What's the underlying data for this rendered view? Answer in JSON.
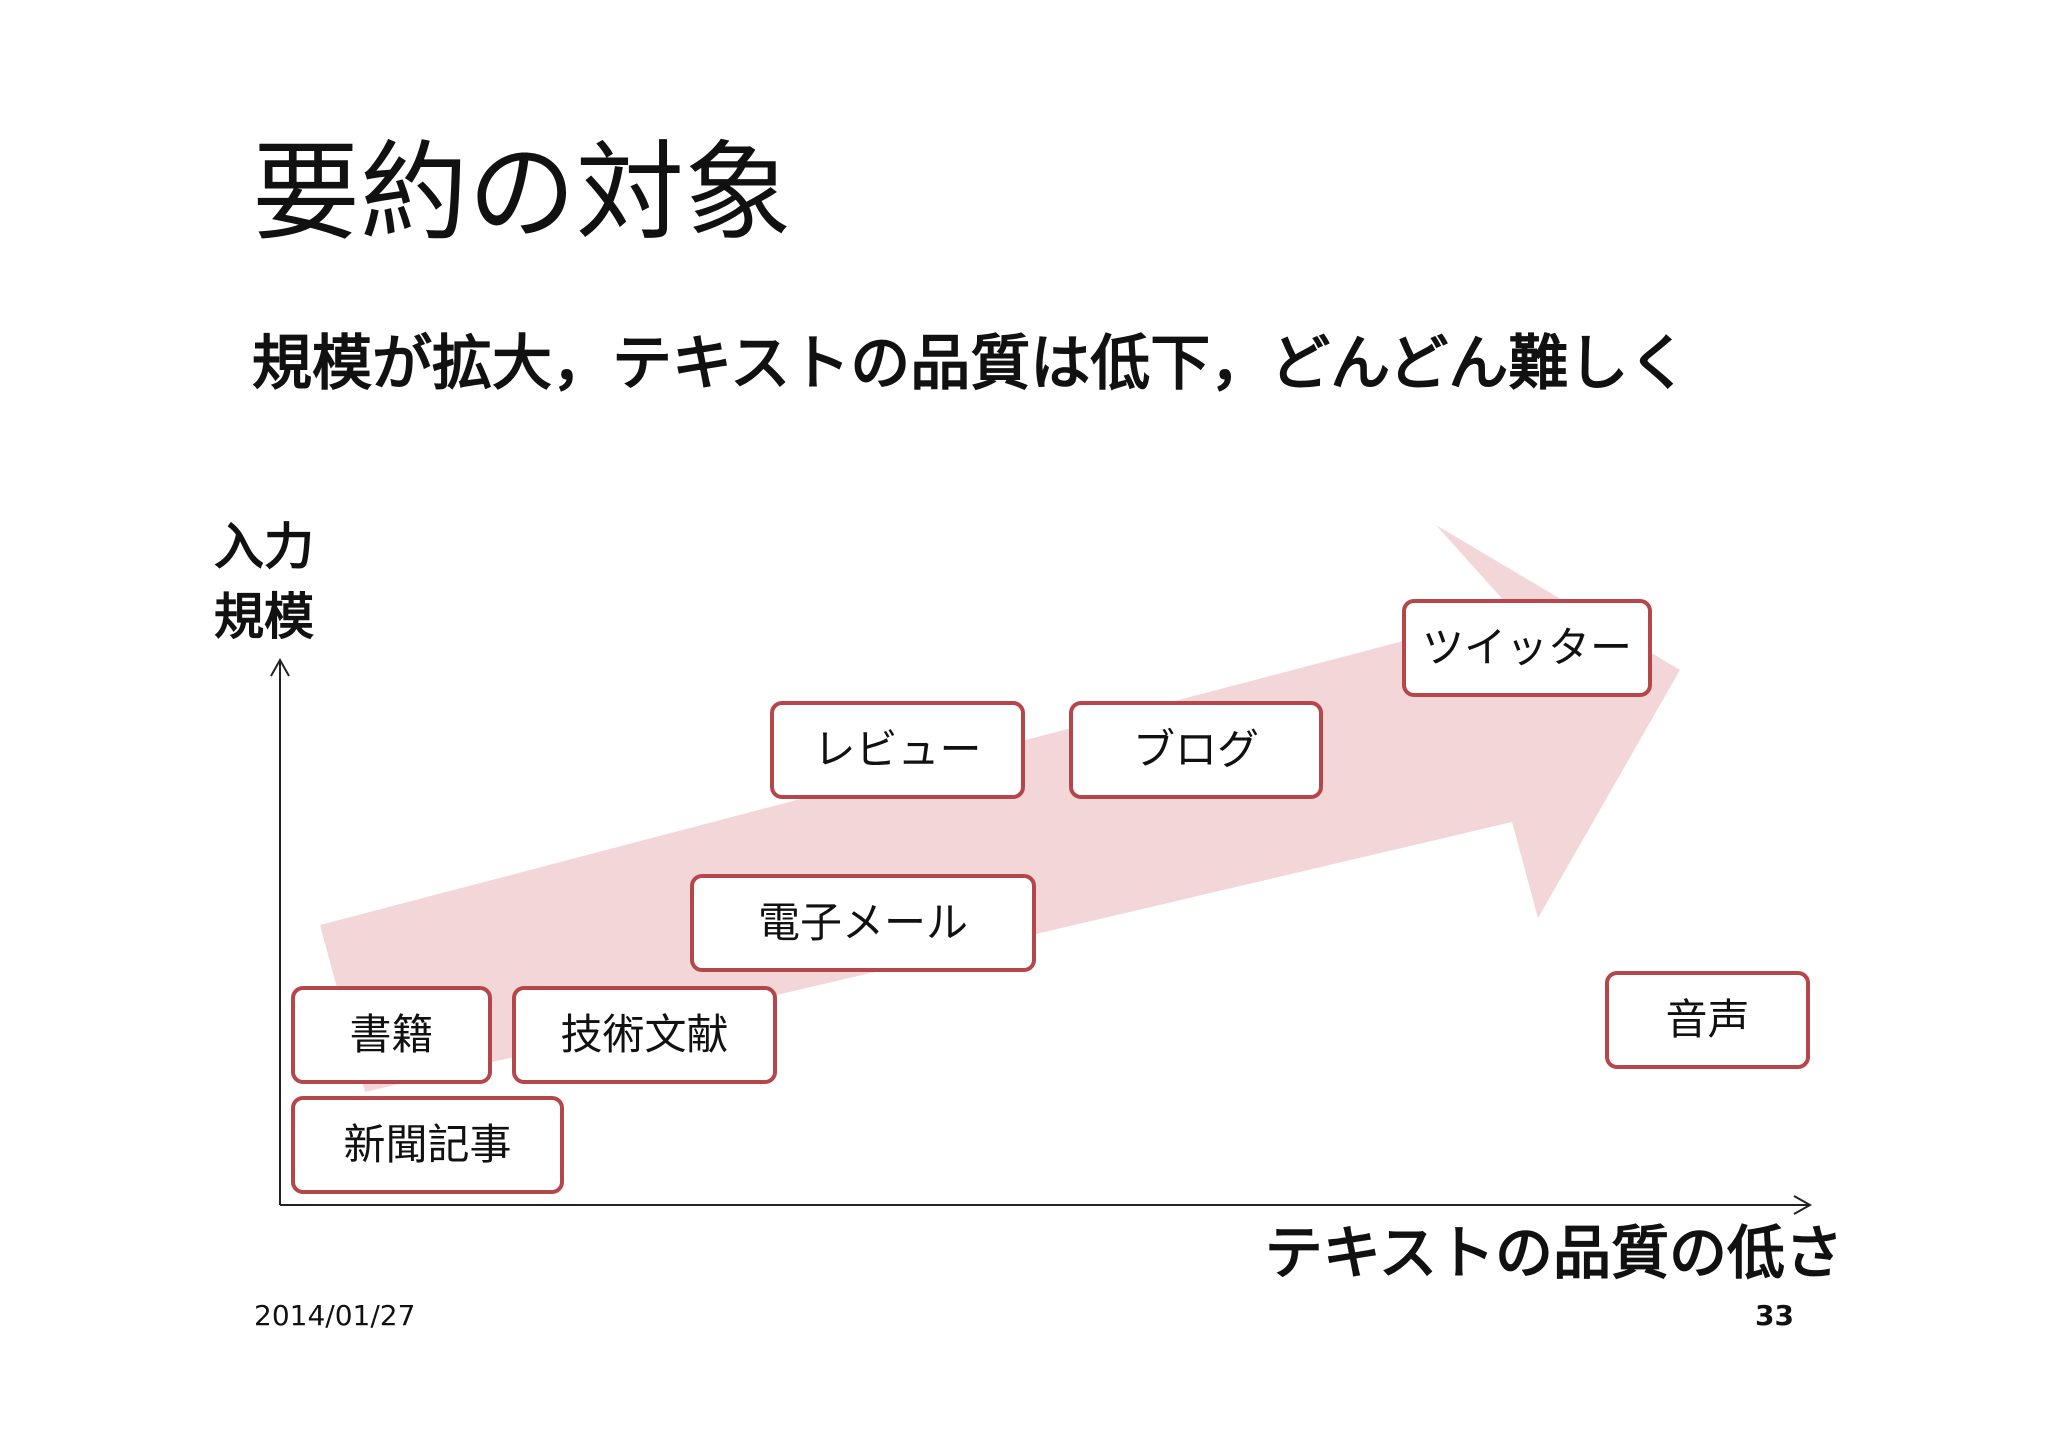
{
  "title": "要約の対象",
  "subtitle": "規模が拡大，テキストの品質は低下，どんどん難しく",
  "diagram": {
    "y_axis_label": [
      "入力",
      "規模"
    ],
    "x_axis_label": "テキストの品質の低さ",
    "trend_arrow_color": "#f3d6d8",
    "box_border_color": "#b5474a",
    "items": {
      "twitter": "ツイッター",
      "review": "レビュー",
      "blog": "ブログ",
      "email": "電子メール",
      "books": "書籍",
      "technical_papers": "技術文献",
      "news_articles": "新聞記事",
      "speech": "音声"
    }
  },
  "footer": {
    "date": "2014/01/27",
    "page_number": "33"
  }
}
